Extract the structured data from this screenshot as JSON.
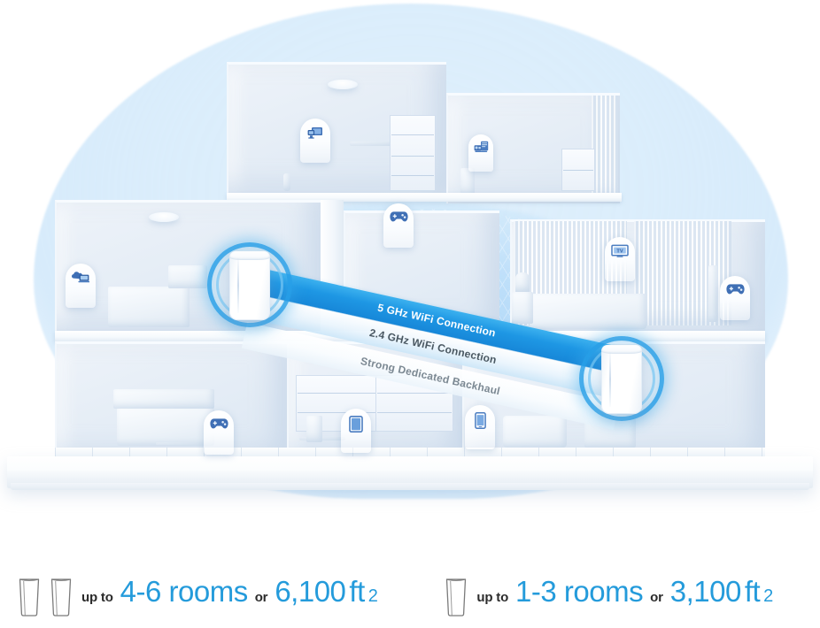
{
  "scene": {
    "title": "Mesh WiFi whole-home coverage illustration",
    "accent_blue": "#249bdb",
    "band_blue": "#1e97e4",
    "house_wall": "#e5edf6",
    "dome_blue": "#a0d0f6"
  },
  "connections": [
    {
      "id": "band-5ghz",
      "label": "5 GHz WiFi Connection",
      "style": "solid-blue",
      "text_color": "#ffffff"
    },
    {
      "id": "band-24ghz",
      "label": "2.4 GHz WiFi Connection",
      "style": "light-blue",
      "text_color": "#4a5862"
    },
    {
      "id": "band-backhaul",
      "label": "Strong Dedicated Backhaul",
      "style": "white",
      "text_color": "#7b8892"
    }
  ],
  "routers": [
    {
      "id": "router-upstairs",
      "name": "mesh-router-primary",
      "halo": true
    },
    {
      "id": "router-downstairs",
      "name": "mesh-router-satellite",
      "halo": true
    }
  ],
  "device_pins": [
    {
      "id": "pin-study-desktop",
      "icon": "desktop-computer-icon",
      "room": "top-left-room"
    },
    {
      "id": "pin-office-printer",
      "icon": "printer-icon",
      "room": "top-right-room"
    },
    {
      "id": "pin-hall-console",
      "icon": "game-controller-icon",
      "room": "mid-hall"
    },
    {
      "id": "pin-kitchen-laptop",
      "icon": "laptop-icon",
      "room": "mid-left-room"
    },
    {
      "id": "pin-bedroom-tv",
      "icon": "tv-icon",
      "room": "mid-right-room"
    },
    {
      "id": "pin-balcony-console",
      "icon": "game-controller-icon",
      "room": "far-right-room"
    },
    {
      "id": "pin-bed-console",
      "icon": "game-controller-icon",
      "room": "lower-left-room"
    },
    {
      "id": "pin-shelf-tablet",
      "icon": "tablet-icon",
      "room": "lower-mid-room"
    },
    {
      "id": "pin-living-phone",
      "icon": "smartphone-icon",
      "room": "lower-right-room"
    }
  ],
  "captions": [
    {
      "id": "coverage-2pack",
      "units": 2,
      "prefix": "up to",
      "rooms": "4-6 rooms",
      "conjunction": "or",
      "area_value": "6,100",
      "area_unit": "ft",
      "area_exponent": "2"
    },
    {
      "id": "coverage-1pack",
      "units": 1,
      "prefix": "up to",
      "rooms": "1-3 rooms",
      "conjunction": "or",
      "area_value": "3,100",
      "area_unit": "ft",
      "area_exponent": "2"
    }
  ]
}
